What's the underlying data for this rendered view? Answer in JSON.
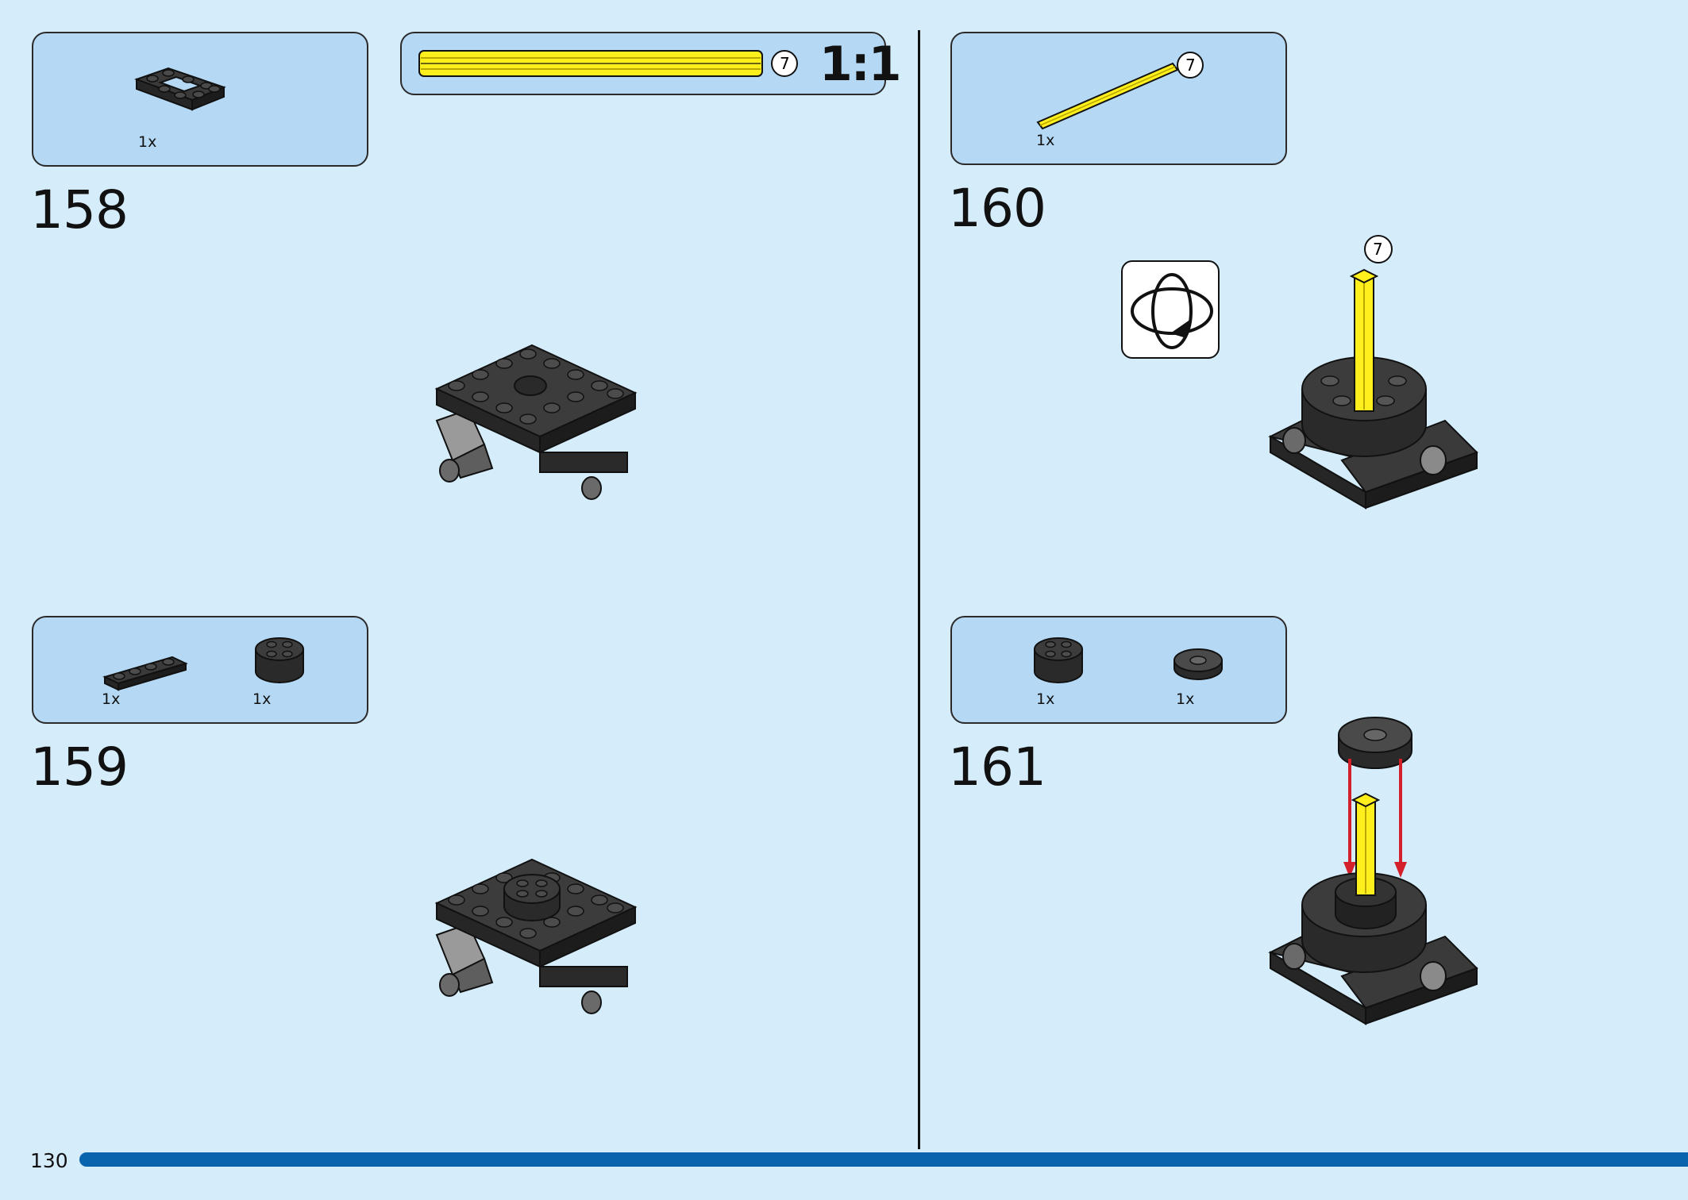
{
  "page": {
    "number": "130",
    "background": "#d5ecfa",
    "accent": "#0a63ad"
  },
  "steps": [
    {
      "number": "158",
      "parts": [
        {
          "qty": "1x",
          "icon": "plate-4x4-open-center-icon"
        }
      ]
    },
    {
      "number": "159",
      "parts": [
        {
          "qty": "1x",
          "icon": "plate-1x4-icon"
        },
        {
          "qty": "1x",
          "icon": "round-brick-2x2-icon"
        }
      ]
    },
    {
      "number": "160",
      "parts": [
        {
          "qty": "1x",
          "icon": "yellow-axle-icon",
          "callout": "7"
        }
      ],
      "callout": "7",
      "rotate_icon": "rotate-model-icon"
    },
    {
      "number": "161",
      "parts": [
        {
          "qty": "1x",
          "icon": "round-brick-2x2-icon"
        },
        {
          "qty": "1x",
          "icon": "round-plate-2x2-icon"
        }
      ]
    }
  ],
  "scale_box": {
    "axle_length": "7",
    "ratio": "1:1"
  }
}
